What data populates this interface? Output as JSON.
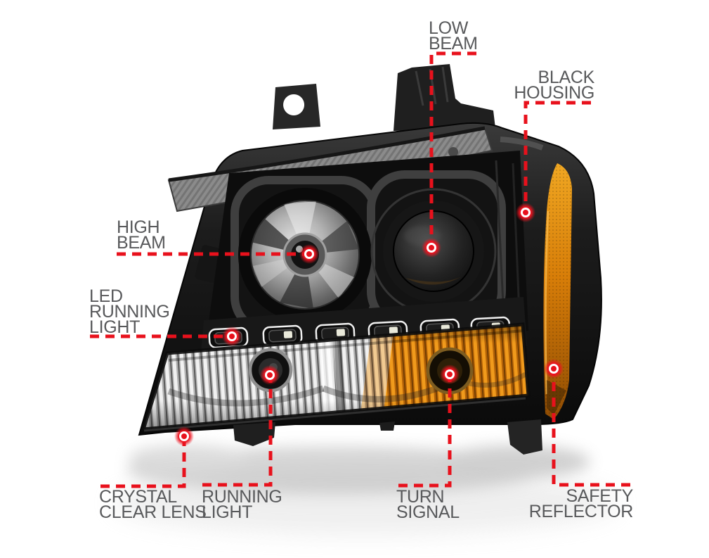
{
  "figure": {
    "type": "annotated-product-diagram",
    "subject": "vehicle projector headlight assembly, front three-quarter view on white background"
  },
  "colors": {
    "background": "#ffffff",
    "callout_red": "#e8111c",
    "label_gray": "#58595b",
    "amber": "#e8920c",
    "housing_black": "#141414"
  },
  "led_modules_count": 6,
  "callouts": [
    {
      "id": "low-beam",
      "label": "LOW\nBEAM"
    },
    {
      "id": "black-housing",
      "label": "BLACK\nHOUSING"
    },
    {
      "id": "high-beam",
      "label": "HIGH\nBEAM"
    },
    {
      "id": "led-running-light",
      "label": "LED\nRUNNING\nLIGHT"
    },
    {
      "id": "crystal-clear-lens",
      "label": "CRYSTAL\nCLEAR LENS"
    },
    {
      "id": "running-light",
      "label": "RUNNING\nLIGHT"
    },
    {
      "id": "turn-signal",
      "label": "TURN\nSIGNAL"
    },
    {
      "id": "safety-reflector",
      "label": "SAFETY\nREFLECTOR"
    }
  ]
}
